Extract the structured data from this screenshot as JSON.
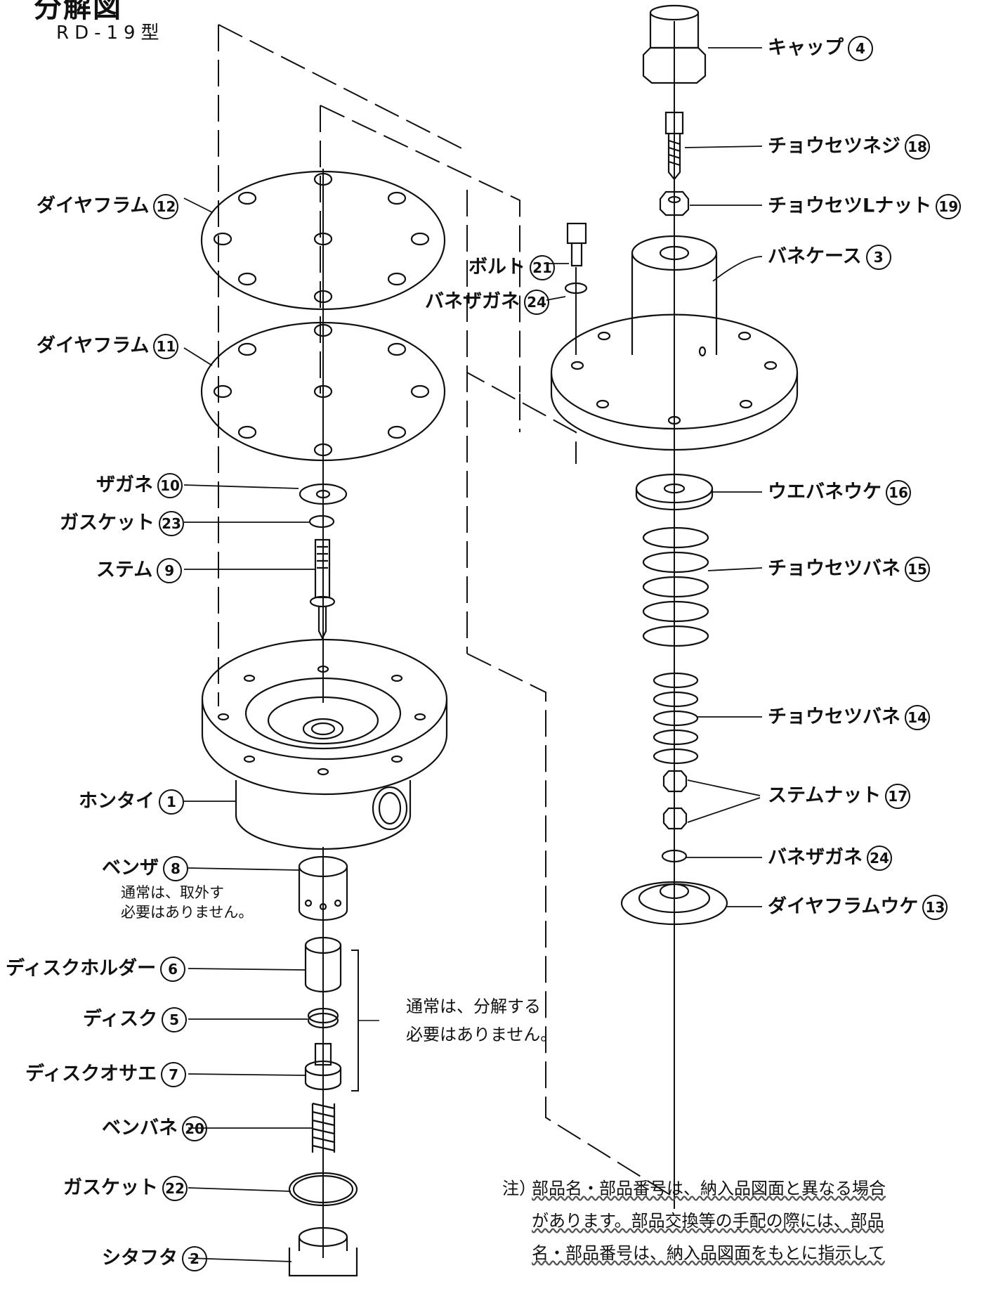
{
  "header": {
    "title": "分解図",
    "model": "RD-19型"
  },
  "parts": [
    {
      "id": "cap",
      "name": "キャップ",
      "number": "4"
    },
    {
      "id": "adjust-screw",
      "name": "チョウセツネジ",
      "number": "18"
    },
    {
      "id": "adjust-l-nut",
      "name": "チョウセツLナット",
      "number": "19"
    },
    {
      "id": "spring-case",
      "name": "バネケース",
      "number": "3"
    },
    {
      "id": "bolt",
      "name": "ボルト",
      "number": "21"
    },
    {
      "id": "spring-washer-top",
      "name": "バネザガネ",
      "number": "24"
    },
    {
      "id": "diaphragm-12",
      "name": "ダイヤフラム",
      "number": "12"
    },
    {
      "id": "diaphragm-11",
      "name": "ダイヤフラム",
      "number": "11"
    },
    {
      "id": "upper-spring-seat",
      "name": "ウエバネウケ",
      "number": "16"
    },
    {
      "id": "adjust-spring-15",
      "name": "チョウセツバネ",
      "number": "15"
    },
    {
      "id": "washer",
      "name": "ザガネ",
      "number": "10"
    },
    {
      "id": "gasket-23",
      "name": "ガスケット",
      "number": "23"
    },
    {
      "id": "stem",
      "name": "ステム",
      "number": "9"
    },
    {
      "id": "adjust-spring-14",
      "name": "チョウセツバネ",
      "number": "14"
    },
    {
      "id": "body",
      "name": "ホンタイ",
      "number": "1"
    },
    {
      "id": "stem-nut",
      "name": "ステムナット",
      "number": "17"
    },
    {
      "id": "spring-washer-bottom",
      "name": "バネザガネ",
      "number": "24"
    },
    {
      "id": "diaphragm-seat",
      "name": "ダイヤフラムウケ",
      "number": "13"
    },
    {
      "id": "valve-seat",
      "name": "ベンザ",
      "number": "8"
    },
    {
      "id": "disc-holder",
      "name": "ディスクホルダー",
      "number": "6"
    },
    {
      "id": "disc",
      "name": "ディスク",
      "number": "5"
    },
    {
      "id": "disc-retainer",
      "name": "ディスクオサエ",
      "number": "7"
    },
    {
      "id": "valve-spring",
      "name": "ベンバネ",
      "number": "20"
    },
    {
      "id": "gasket-22",
      "name": "ガスケット",
      "number": "22"
    },
    {
      "id": "bottom-cover",
      "name": "シタフタ",
      "number": "2"
    }
  ],
  "notes": {
    "valve_seat_note": [
      "通常は、取外す",
      "必要はありません。"
    ],
    "disassembly_note": [
      "通常は、分解する",
      "必要はありません。"
    ]
  },
  "footnote": {
    "mark": "注）",
    "lines": [
      "部品名・部品番号は、納入品図面と異なる場合",
      "があります。部品交換等の手配の際には、部品",
      "名・部品番号は、納入品図面をもとに指示して"
    ]
  }
}
